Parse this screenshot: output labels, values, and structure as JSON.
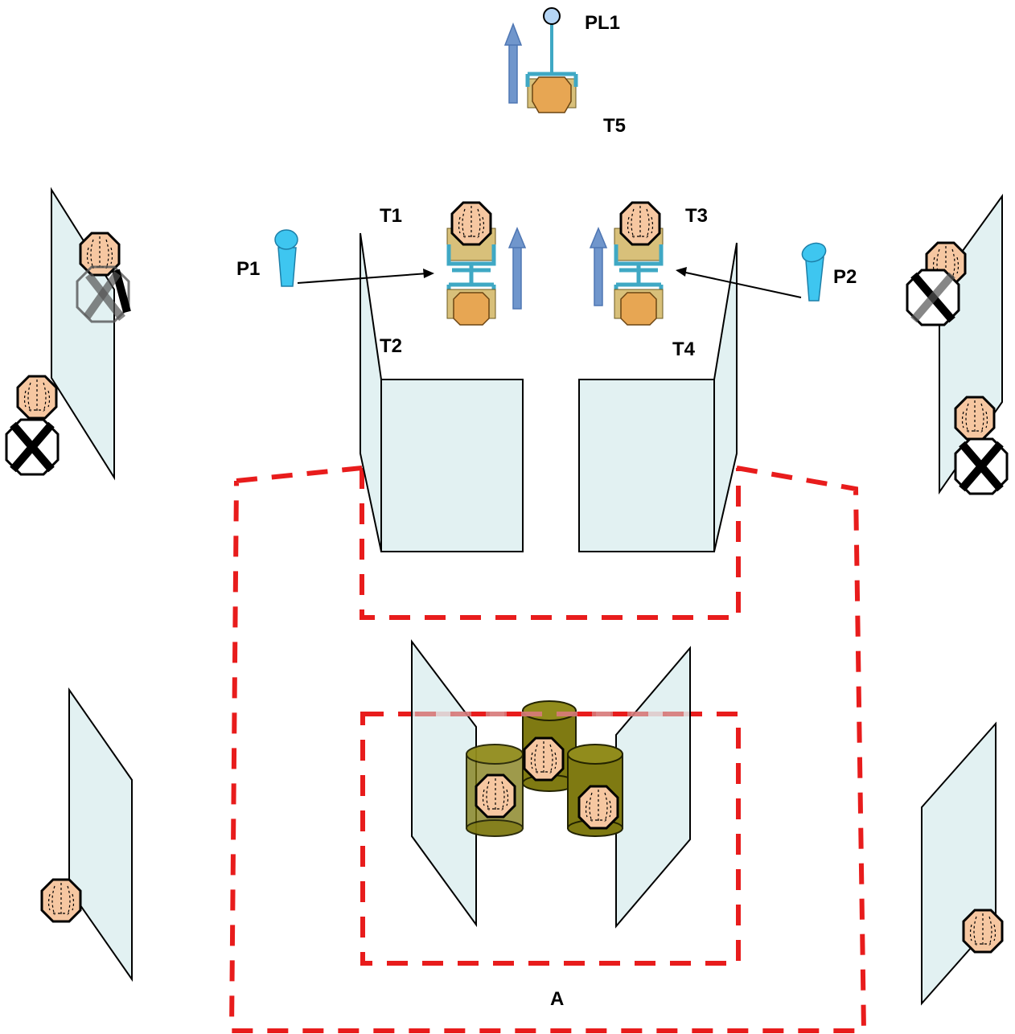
{
  "labels": {
    "pl1": "PL1",
    "t5": "T5",
    "t1": "T1",
    "t3": "T3",
    "p1": "P1",
    "p2": "P2",
    "t2": "T2",
    "t4": "T4",
    "a": "A"
  },
  "colors": {
    "zone_border": "#e81c1c",
    "glass_panel": "#ddeef0",
    "movement_arrow": "#7096cc",
    "player_marker": "#3ec6f0",
    "barrel": "#7f7a12",
    "head": "#f6c7a1",
    "bag": "#e7a653"
  }
}
